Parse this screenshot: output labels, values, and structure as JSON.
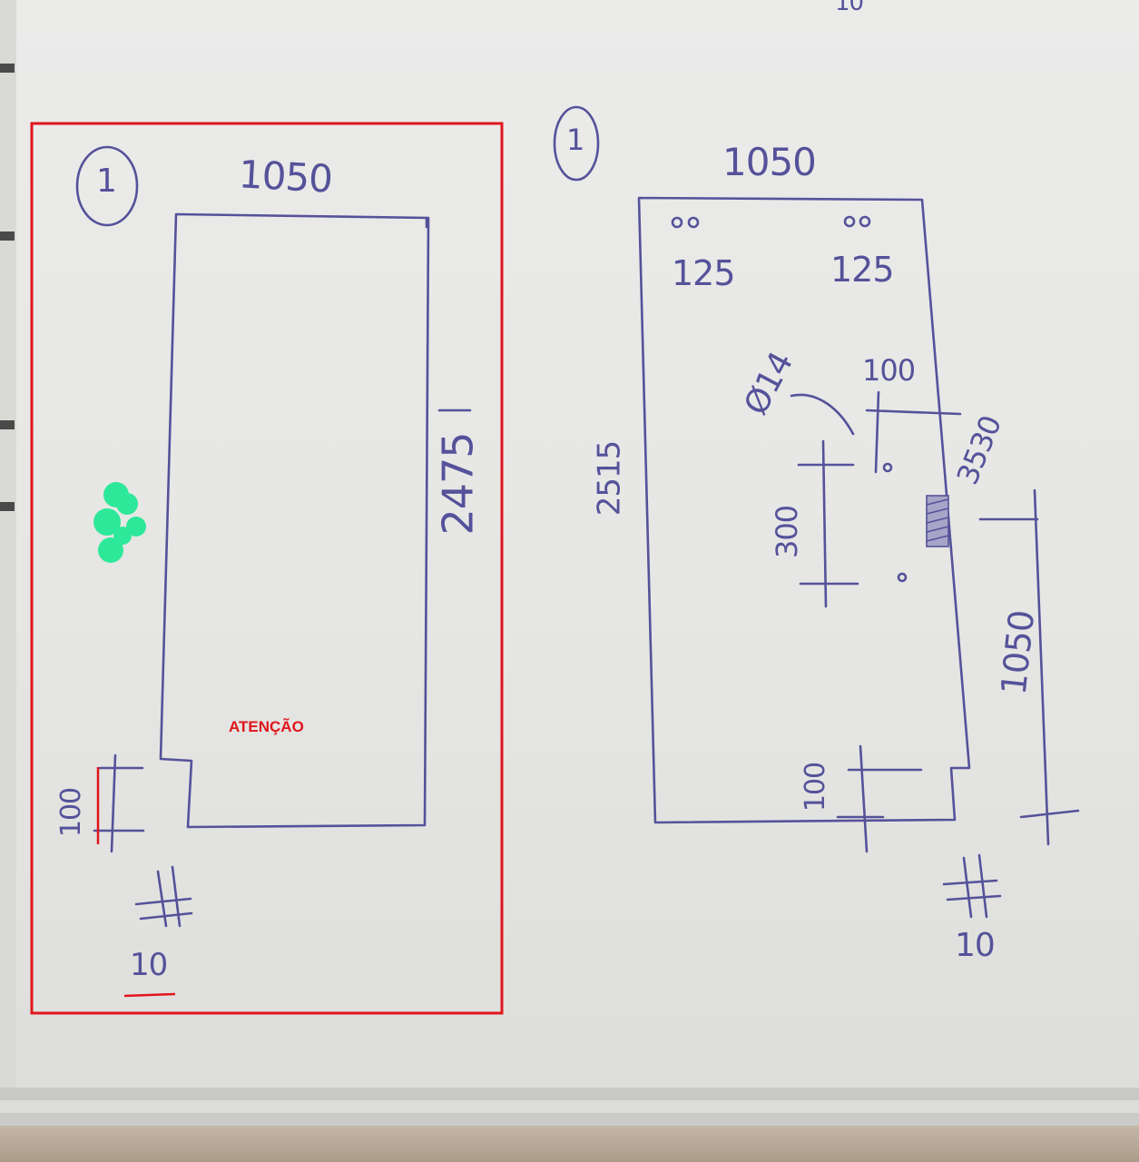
{
  "annotation": {
    "text": "ATENÇÃO",
    "color": "#e0151c"
  },
  "highlight_color": "#2ee89a",
  "ink_color": "#55529a",
  "sketch_left": {
    "part_number": "1",
    "width": "1050",
    "height": "2475",
    "notch_height": "100",
    "notch_depth": "10"
  },
  "sketch_right": {
    "part_number": "1",
    "width": "1050",
    "height": "2515",
    "hole_left": "125",
    "hole_right": "125",
    "diameter": "Ø14",
    "edge_offset": "100",
    "top_offset": "3530",
    "hole_spacing": "300",
    "lower_offset": "1050",
    "notch_height": "100",
    "notch_depth": "10"
  },
  "page_top_fragment": "10"
}
